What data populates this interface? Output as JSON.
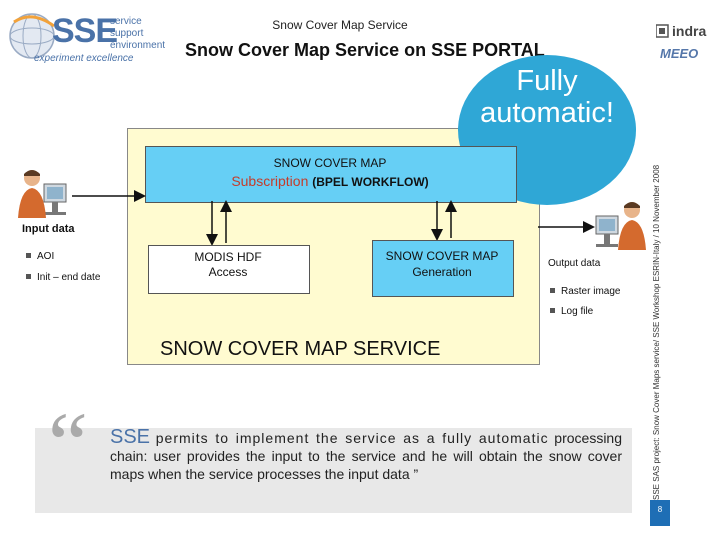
{
  "header": {
    "slide_title": "Snow Cover Map Service",
    "main_title": "Snow Cover Map Service on SSE PORTAL"
  },
  "logo": {
    "sse": "SSE",
    "lines": [
      "service",
      "support",
      "environment"
    ],
    "tagline": "experiment excellence"
  },
  "partner_logos": {
    "indra": "indra",
    "meeo": "MEEO"
  },
  "callout": {
    "line1": "Fully",
    "line2": "automatic!"
  },
  "vertical_caption": "SSE SAS project: Snow Cover Maps service/ SSE Workshop ESRIN-Italy / 10 November 2008",
  "page_number": "8",
  "subscription": {
    "line1": "SNOW COVER MAP",
    "highlight": "Subscription",
    "suffix": "(BPEL WORKFLOW)"
  },
  "modis": {
    "line1": "MODIS HDF",
    "line2": "Access"
  },
  "generation": {
    "line1": "SNOW COVER MAP",
    "line2": "Generation"
  },
  "service_label": "SNOW COVER MAP SERVICE",
  "input": {
    "title": "Input data",
    "items": [
      "AOI",
      "Init – end date"
    ]
  },
  "output": {
    "title": "Output data",
    "items": [
      "Raster image",
      "Log file"
    ]
  },
  "quote": {
    "lead": "SSE",
    "first": "permits to implement the service as a fully automatic",
    "rest": "processing chain: user provides the input to the service and he will obtain the snow cover maps when the service processes the input data ”"
  },
  "colors": {
    "accent": "#2fa7d6",
    "box_fill": "#fffbd0",
    "brand": "#4a72a8",
    "highlight_red": "#c43c2a"
  }
}
